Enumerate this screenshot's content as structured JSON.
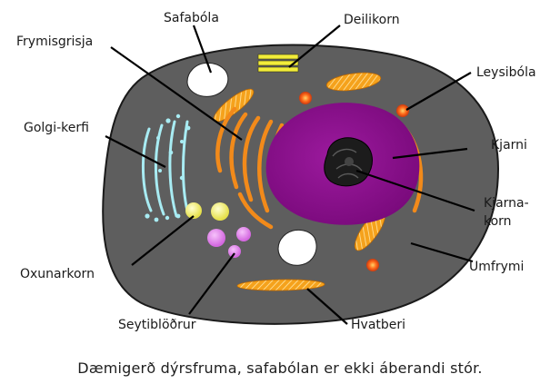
{
  "labels": {
    "safabola": "Safabóla",
    "deilikorn": "Deilikorn",
    "frymisgrisja": "Frymisgrisja",
    "leysibola": "Leysibóla",
    "golgi": "Golgi-kerfi",
    "kjarni": "Kjarni",
    "kjarnakorn_1": "Kjarna-",
    "kjarnakorn_2": "korn",
    "oxunarkorn": "Oxunarkorn",
    "umfrymi": "Umfrymi",
    "seytiblodrur": "Seytiblöðrur",
    "hvatberi": "Hvatberi"
  },
  "caption": "Dæmigerð dýrsfruma, safabólan er ekki áberandi stór.",
  "colors": {
    "cytoplasm": "#5e5e5e",
    "cell_border": "#1a1a1a",
    "nucleus": "#8f0e91",
    "nucleolus": "#1a1a1a",
    "er": "#f28a1a",
    "mitochondria": "#f5a21c",
    "golgi": "#a8ecf3",
    "peroxisome": "#f3f08a",
    "vesicle": "#e080e8",
    "lysosome": "#ff6a1a",
    "vacuole": "#ffffff",
    "centriole": "#f2ec3a"
  }
}
